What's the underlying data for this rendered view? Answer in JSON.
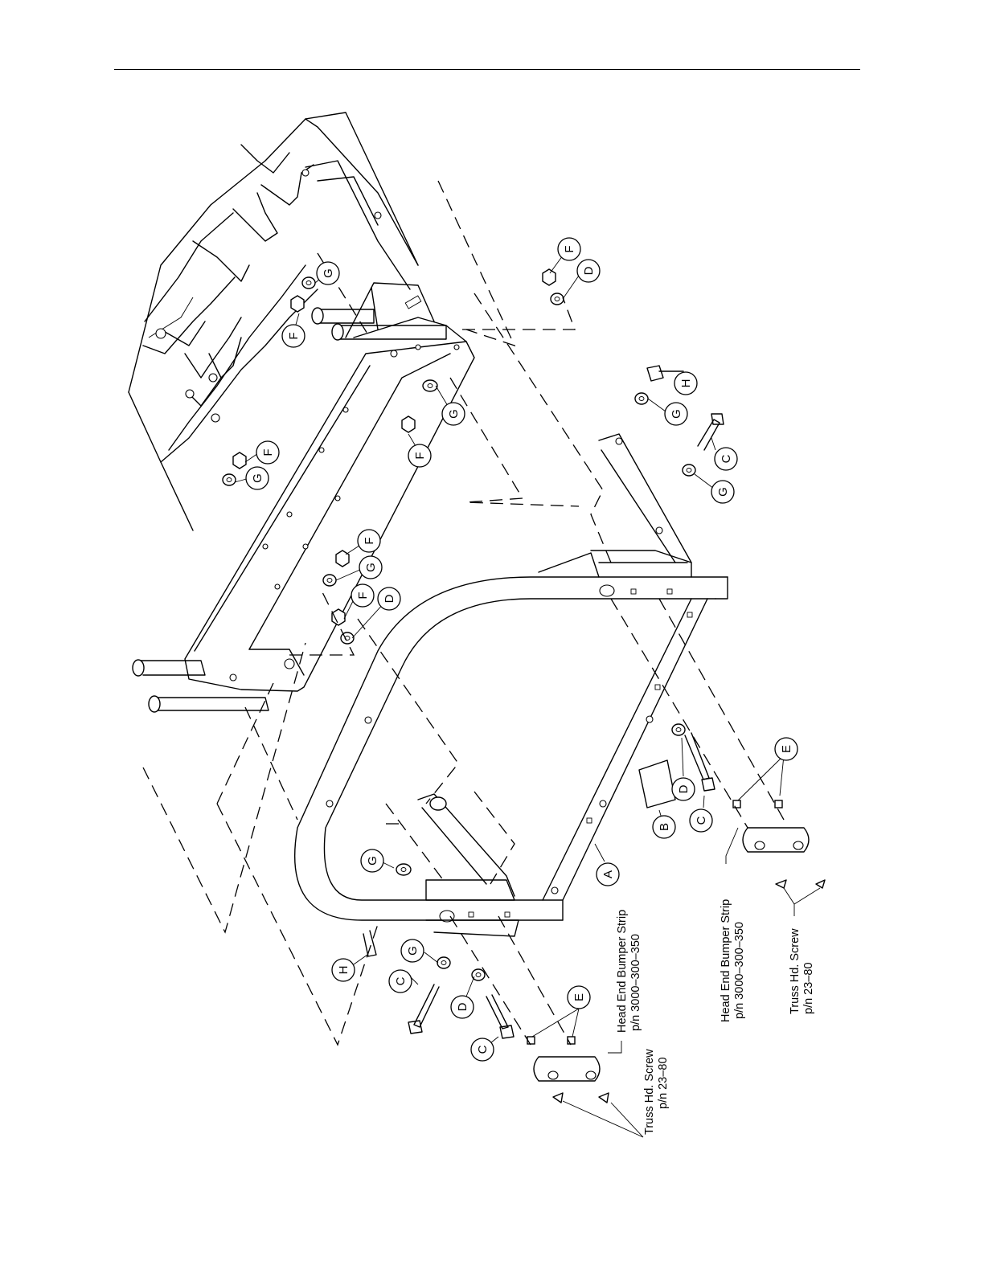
{
  "callouts": [
    {
      "id": "c1",
      "letter": "G"
    },
    {
      "id": "c2",
      "letter": "F"
    },
    {
      "id": "c3",
      "letter": "F"
    },
    {
      "id": "c4",
      "letter": "D"
    },
    {
      "id": "c5",
      "letter": "G"
    },
    {
      "id": "c6",
      "letter": "F"
    },
    {
      "id": "c7",
      "letter": "H"
    },
    {
      "id": "c8",
      "letter": "G"
    },
    {
      "id": "c9",
      "letter": "C"
    },
    {
      "id": "c10",
      "letter": "G"
    },
    {
      "id": "c11",
      "letter": "F"
    },
    {
      "id": "c12",
      "letter": "G"
    },
    {
      "id": "c13",
      "letter": "F"
    },
    {
      "id": "c14",
      "letter": "G"
    },
    {
      "id": "c15",
      "letter": "F"
    },
    {
      "id": "c16",
      "letter": "D"
    },
    {
      "id": "c17",
      "letter": "E"
    },
    {
      "id": "c18",
      "letter": "D"
    },
    {
      "id": "c19",
      "letter": "B"
    },
    {
      "id": "c20",
      "letter": "C"
    },
    {
      "id": "c21",
      "letter": "A"
    },
    {
      "id": "c22",
      "letter": "G"
    },
    {
      "id": "c23",
      "letter": "G"
    },
    {
      "id": "c24",
      "letter": "H"
    },
    {
      "id": "c25",
      "letter": "C"
    },
    {
      "id": "c26",
      "letter": "D"
    },
    {
      "id": "c27",
      "letter": "C"
    },
    {
      "id": "c28",
      "letter": "E"
    }
  ],
  "notes": {
    "strip_left_line1": "Head End Bumper Strip",
    "strip_left_line2": "p/n 3000–300–350",
    "screw_left_line1": "Truss Hd. Screw",
    "screw_left_line2": "p/n 23–80",
    "strip_right_line1": "Head End Bumper Strip",
    "strip_right_line2": "p/n 3000–300–350",
    "screw_right_line1": "Truss Hd. Screw",
    "screw_right_line2": "p/n 23–80"
  }
}
